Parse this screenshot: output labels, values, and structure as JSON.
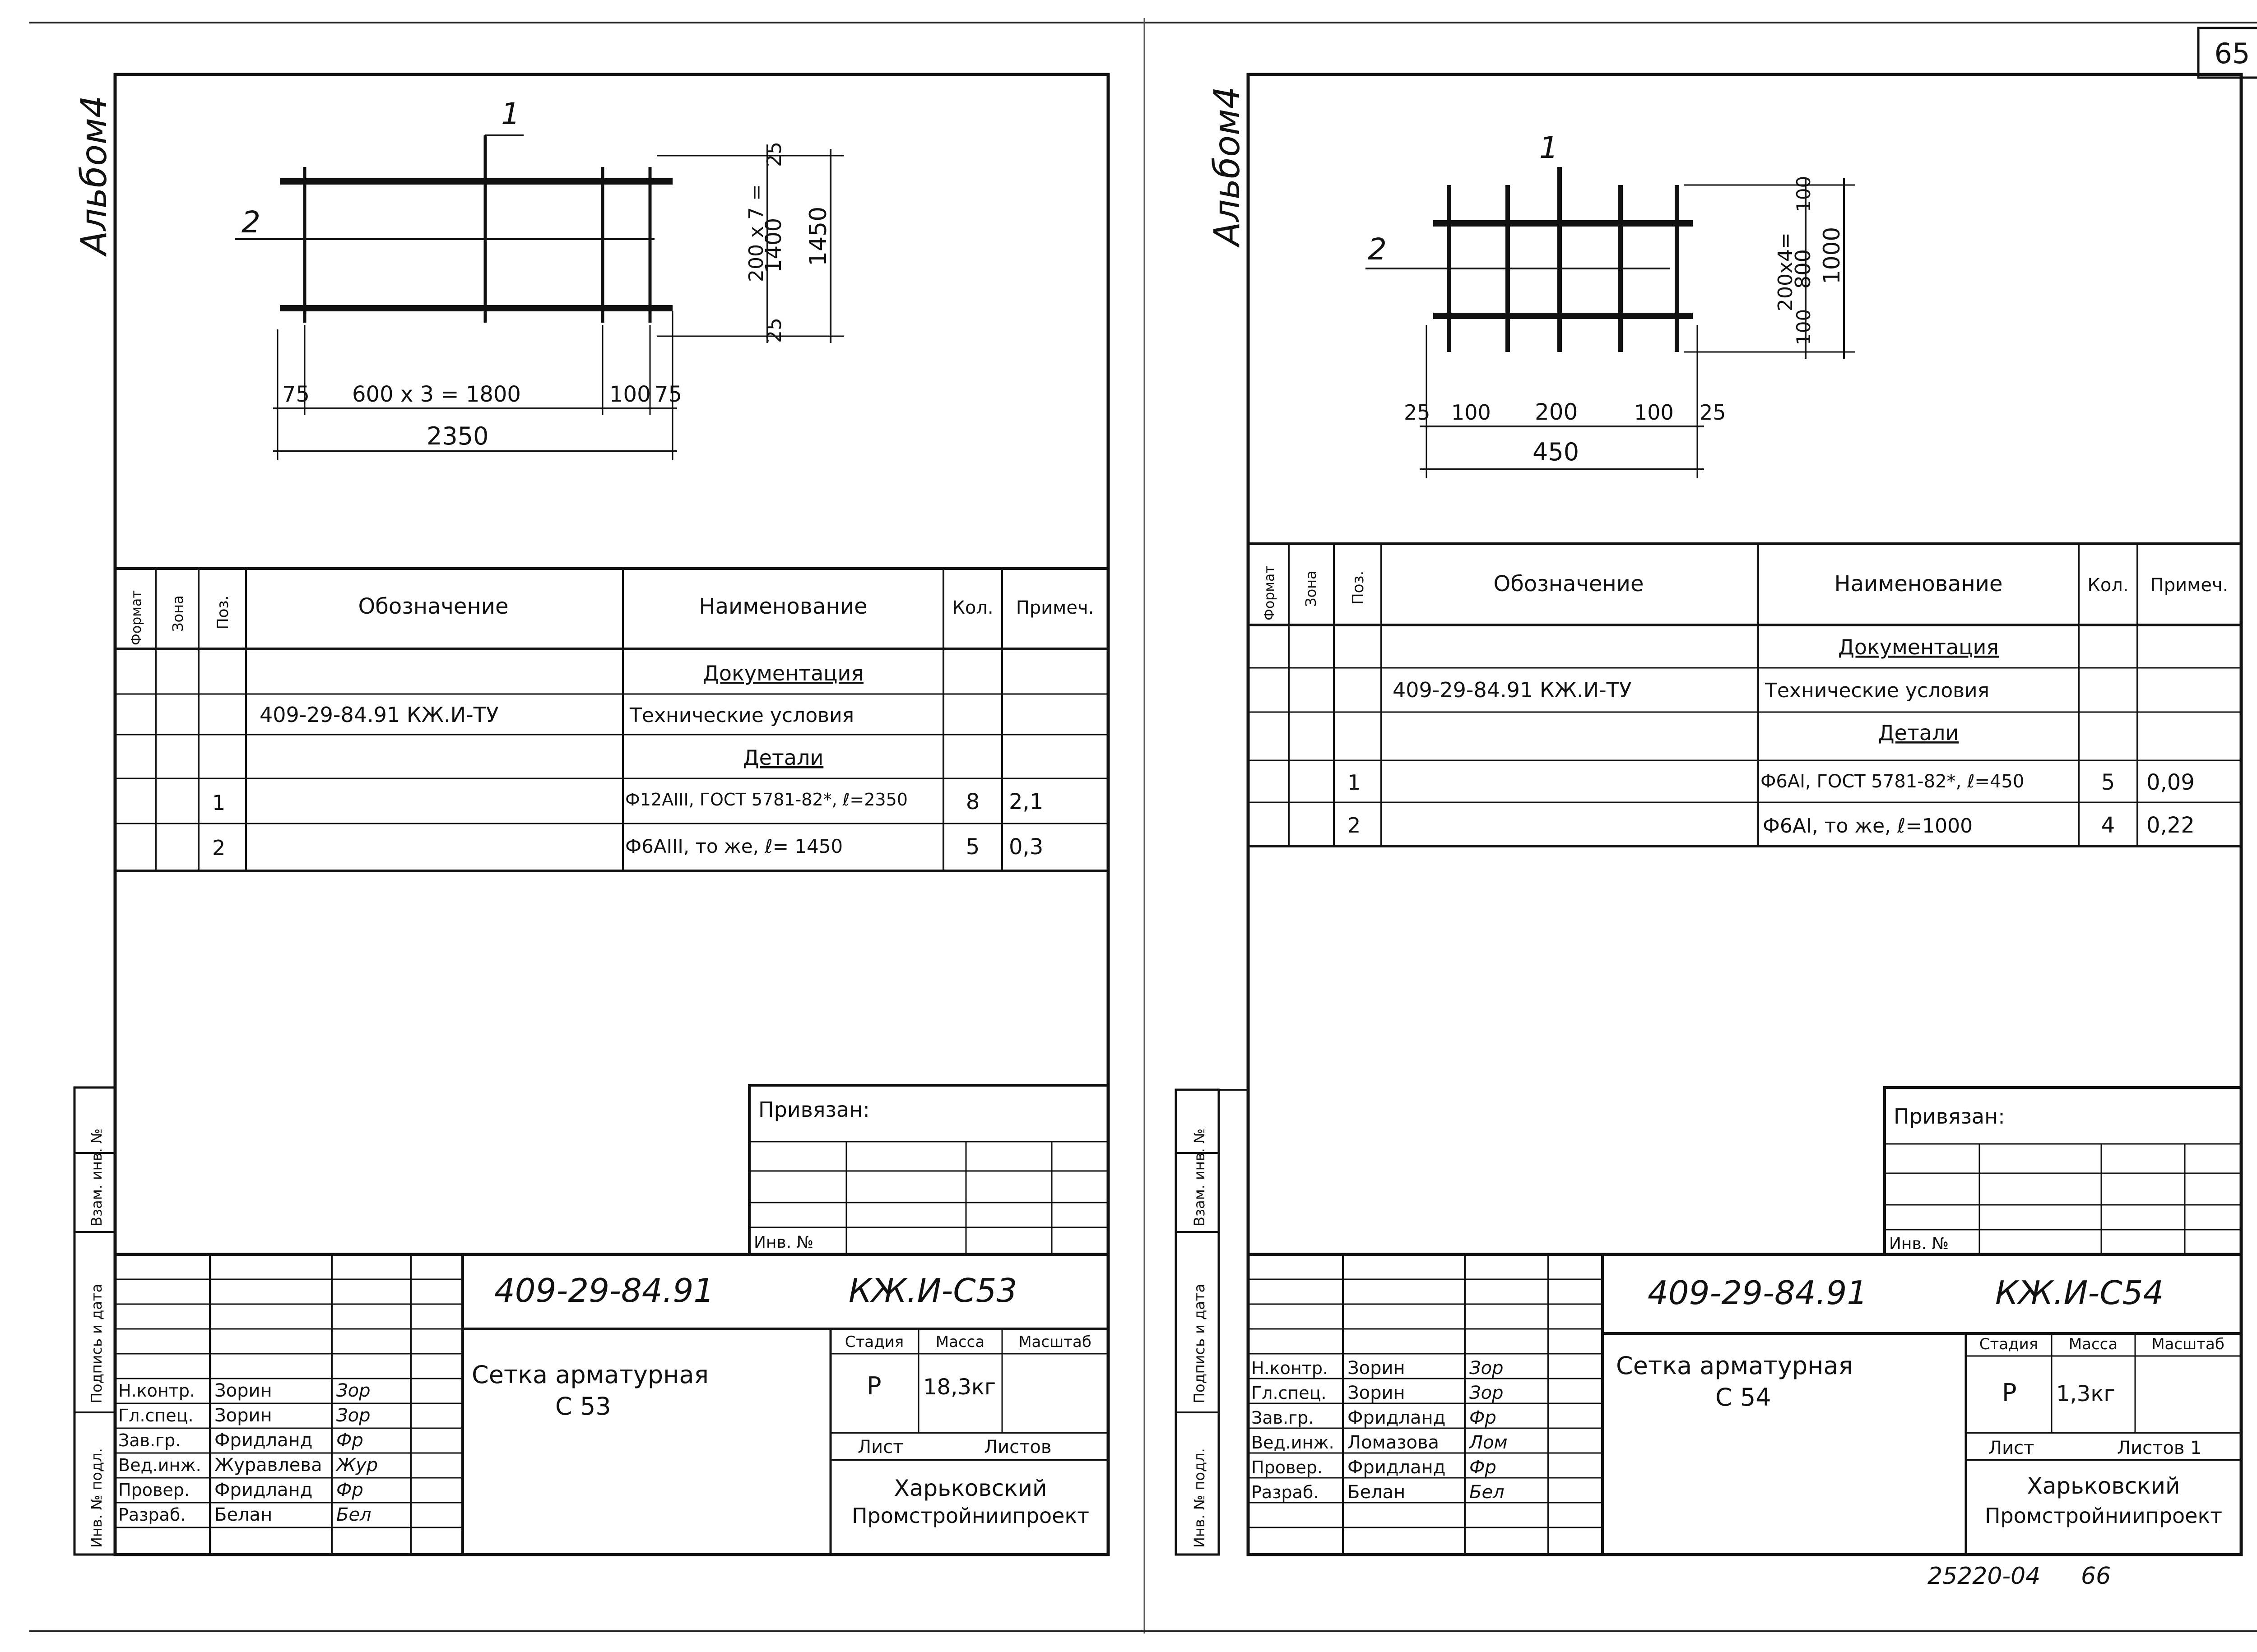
{
  "page_number": "65",
  "bottom_code": "25220-04",
  "bottom_page": "66",
  "sheets": [
    {
      "album": "Альбом4",
      "dims": {
        "pos1": "1",
        "pos2": "2",
        "d600x3": "600 x 3 = 1800",
        "d75a": "75",
        "d100": "100",
        "d75b": "75",
        "d2350": "2350",
        "d25a": "25",
        "d200x7": "200 x 7 =",
        "d1400": "1400",
        "d25b": "25",
        "d1450": "1450"
      },
      "spec": {
        "headers": {
          "format": "Формат",
          "zone": "Зона",
          "pos": "Поз.",
          "designation": "Обозначение",
          "name": "Наименование",
          "qty": "Кол.",
          "note": "Примеч."
        },
        "rows": [
          {
            "pos": "",
            "designation": "",
            "name": "Документация",
            "qty": "",
            "note": ""
          },
          {
            "pos": "",
            "designation": "409-29-84.91 КЖ.И-ТУ",
            "name": "Технические условия",
            "qty": "",
            "note": ""
          },
          {
            "pos": "",
            "designation": "",
            "name": "Детали",
            "qty": "",
            "note": ""
          },
          {
            "pos": "1",
            "designation": "",
            "name": "Ф12АIII, ГОСТ 5781-82*, ℓ=2350",
            "qty": "8",
            "note": "2,1"
          },
          {
            "pos": "2",
            "designation": "",
            "name": "Ф6АIII, то же, ℓ= 1450",
            "qty": "5",
            "note": "0,3"
          }
        ]
      },
      "side_stamp": {
        "inv_podl": "Инв. № подл.",
        "sign_date": "Подпись и дата",
        "vzam": "Взам. инв. №"
      },
      "privyazan": "Привязан:",
      "inv_no": "Инв. №",
      "title_block": {
        "code": "409-29-84.91",
        "sheet_code": "КЖ.И-С53",
        "name_line1": "Сетка арматурная",
        "name_line2": "С 53",
        "stage_label": "Стадия",
        "mass_label": "Масса",
        "scale_label": "Масштаб",
        "stage": "Р",
        "mass": "18,3кг",
        "scale": "",
        "sheet_label": "Лист",
        "sheets_label": "Листов",
        "org_line1": "Харьковский",
        "org_line2": "Промстройниипроект",
        "people": [
          {
            "role": "Н.контр.",
            "name": "Зорин",
            "sign": "Зор"
          },
          {
            "role": "Гл.спец.",
            "name": "Зорин",
            "sign": "Зор"
          },
          {
            "role": "Зав.гр.",
            "name": "Фридланд",
            "sign": "Фр"
          },
          {
            "role": "Вед.инж.",
            "name": "Журавлева",
            "sign": "Жур"
          },
          {
            "role": "Провер.",
            "name": "Фридланд",
            "sign": "Фр"
          },
          {
            "role": "Разраб.",
            "name": "Белан",
            "sign": "Бел"
          }
        ]
      }
    },
    {
      "album": "Альбом4",
      "dims": {
        "pos1": "1",
        "pos2": "2",
        "d25a": "25",
        "d100a": "100",
        "d200": "200",
        "d100b": "100",
        "d25b": "25",
        "d450": "450",
        "d100c": "100",
        "d200x4": "200x4=",
        "d800": "800",
        "d100d": "100",
        "d1000": "1000"
      },
      "spec": {
        "headers": {
          "format": "Формат",
          "zone": "Зона",
          "pos": "Поз.",
          "designation": "Обозначение",
          "name": "Наименование",
          "qty": "Кол.",
          "note": "Примеч."
        },
        "rows": [
          {
            "pos": "",
            "designation": "",
            "name": "Документация",
            "qty": "",
            "note": ""
          },
          {
            "pos": "",
            "designation": "409-29-84.91 КЖ.И-ТУ",
            "name": "Технические условия",
            "qty": "",
            "note": ""
          },
          {
            "pos": "",
            "designation": "",
            "name": "Детали",
            "qty": "",
            "note": ""
          },
          {
            "pos": "1",
            "designation": "",
            "name": "Ф6АI, ГОСТ 5781-82*, ℓ=450",
            "qty": "5",
            "note": "0,09"
          },
          {
            "pos": "2",
            "designation": "",
            "name": "Ф6АI, то же, ℓ=1000",
            "qty": "4",
            "note": "0,22"
          }
        ]
      },
      "side_stamp": {
        "inv_podl": "Инв. № подл.",
        "sign_date": "Подпись и дата",
        "vzam": "Взам. инв. №"
      },
      "privyazan": "Привязан:",
      "inv_no": "Инв. №",
      "title_block": {
        "code": "409-29-84.91",
        "sheet_code": "КЖ.И-С54",
        "name_line1": "Сетка арматурная",
        "name_line2": "С 54",
        "stage_label": "Стадия",
        "mass_label": "Масса",
        "scale_label": "Масштаб",
        "stage": "Р",
        "mass": "1,3кг",
        "scale": "",
        "sheet_label": "Лист",
        "sheets_label": "Листов 1",
        "org_line1": "Харьковский",
        "org_line2": "Промстройниипроект",
        "people": [
          {
            "role": "Н.контр.",
            "name": "Зорин",
            "sign": "Зор"
          },
          {
            "role": "Гл.спец.",
            "name": "Зорин",
            "sign": "Зор"
          },
          {
            "role": "Зав.гр.",
            "name": "Фридланд",
            "sign": "Фр"
          },
          {
            "role": "Вед.инж.",
            "name": "Ломазова",
            "sign": "Лом"
          },
          {
            "role": "Провер.",
            "name": "Фридланд",
            "sign": "Фр"
          },
          {
            "role": "Разраб.",
            "name": "Белан",
            "sign": "Бел"
          }
        ]
      }
    }
  ]
}
